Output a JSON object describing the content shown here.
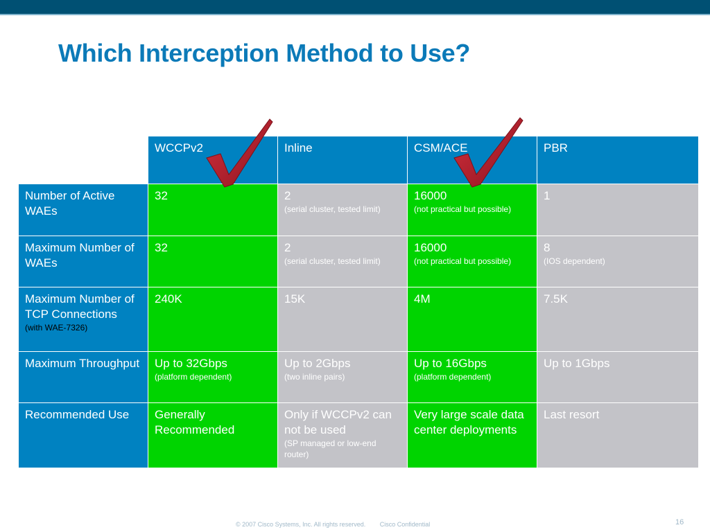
{
  "slide": {
    "title": "Which Interception Method to Use?",
    "footer_copyright": "© 2007 Cisco Systems, Inc. All rights reserved.",
    "footer_confidential": "Cisco Confidential",
    "page_number": "16"
  },
  "colors": {
    "header_blue": "#0082c1",
    "title_blue": "#0b7ab8",
    "highlight_green": "#00d400",
    "neutral_gray": "#c3c3c8",
    "checkmark_red": "#b51c2c",
    "top_bar": "#005073"
  },
  "icons": {
    "recommended_mark": "checkmark-icon"
  },
  "table": {
    "columns": [
      "WCCPv2",
      "Inline",
      "CSM/ACE",
      "PBR"
    ],
    "rows": [
      {
        "label": "Number of Active WAEs",
        "label_sub": "",
        "cells": [
          {
            "main": "32",
            "sub": ""
          },
          {
            "main": "2",
            "sub": "(serial cluster, tested limit)"
          },
          {
            "main": "16000",
            "sub": "(not practical but possible)"
          },
          {
            "main": "1",
            "sub": ""
          }
        ]
      },
      {
        "label": "Maximum Number of WAEs",
        "label_sub": "",
        "cells": [
          {
            "main": "32",
            "sub": ""
          },
          {
            "main": "2",
            "sub": "(serial cluster, tested limit)"
          },
          {
            "main": "16000",
            "sub": "(not practical but possible)"
          },
          {
            "main": "8",
            "sub": "(IOS dependent)"
          }
        ]
      },
      {
        "label": "Maximum Number of TCP Connections",
        "label_sub": "(with WAE-7326)",
        "cells": [
          {
            "main": "240K",
            "sub": ""
          },
          {
            "main": "15K",
            "sub": ""
          },
          {
            "main": "4M",
            "sub": ""
          },
          {
            "main": "7.5K",
            "sub": ""
          }
        ]
      },
      {
        "label": "Maximum Throughput",
        "label_sub": "",
        "cells": [
          {
            "main": "Up to 32Gbps",
            "sub": "(platform dependent)"
          },
          {
            "main": "Up to 2Gbps",
            "sub": "(two inline pairs)"
          },
          {
            "main": "Up to 16Gbps",
            "sub": "(platform dependent)"
          },
          {
            "main": "Up to 1Gbps",
            "sub": ""
          }
        ]
      },
      {
        "label": "Recommended Use",
        "label_sub": "",
        "cells": [
          {
            "main": "Generally Recommended",
            "sub": ""
          },
          {
            "main": "Only if WCCPv2 can not be used",
            "sub": "(SP managed or low-end router)"
          },
          {
            "main": "Very large scale data center deployments",
            "sub": ""
          },
          {
            "main": "Last resort",
            "sub": ""
          }
        ]
      }
    ]
  }
}
